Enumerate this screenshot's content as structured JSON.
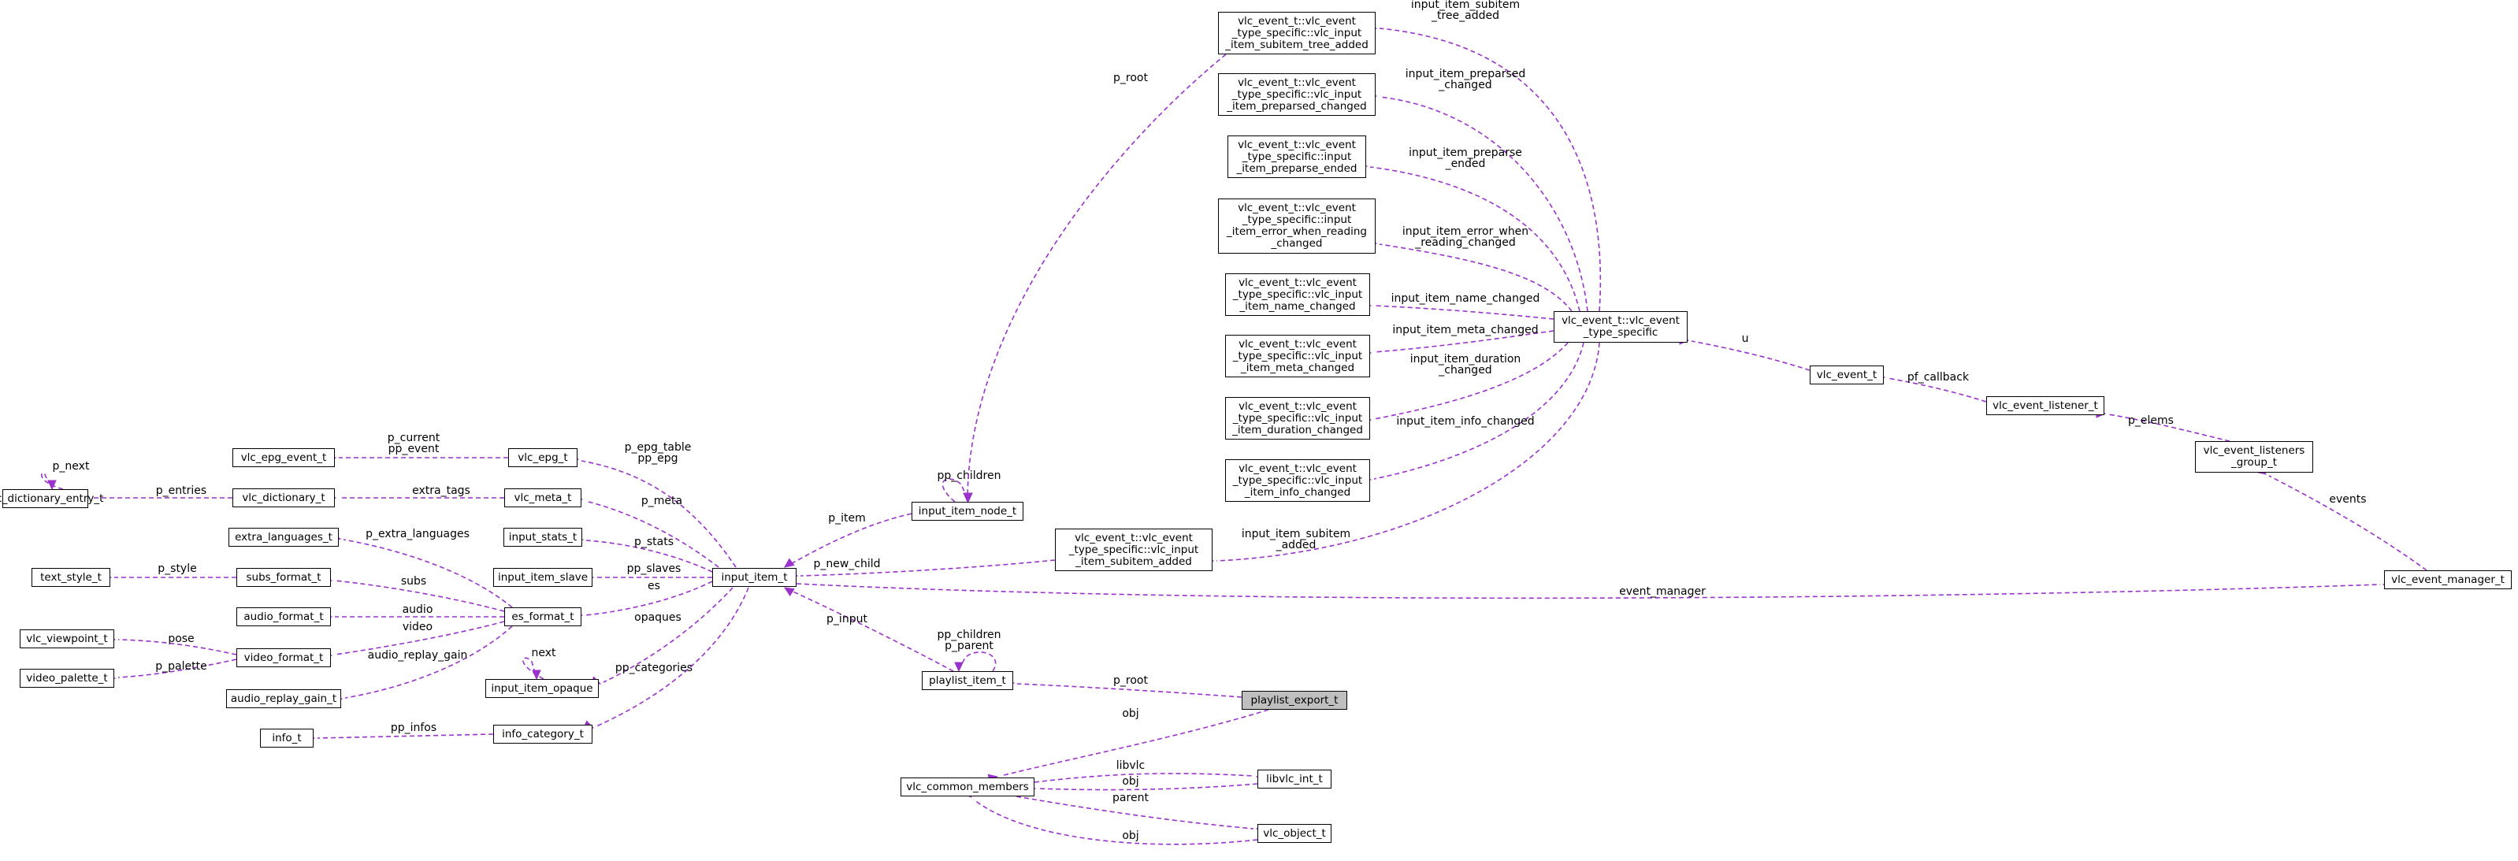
{
  "colors": {
    "edge": "#9a32cd",
    "focus_fill": "#bfbfbf",
    "node_border": "#000000"
  },
  "nodes": {
    "vlc_dictionary_entry_t": [
      "vlc_dictionary_entry_t"
    ],
    "vlc_epg_event_t": [
      "vlc_epg_event_t"
    ],
    "vlc_dictionary_t": [
      "vlc_dictionary_t"
    ],
    "vlc_epg_t": [
      "vlc_epg_t"
    ],
    "vlc_meta_t": [
      "vlc_meta_t"
    ],
    "extra_languages_t": [
      "extra_languages_t"
    ],
    "input_stats_t": [
      "input_stats_t"
    ],
    "text_style_t": [
      "text_style_t"
    ],
    "subs_format_t": [
      "subs_format_t"
    ],
    "input_item_slave": [
      "input_item_slave"
    ],
    "audio_format_t": [
      "audio_format_t"
    ],
    "es_format_t": [
      "es_format_t"
    ],
    "vlc_viewpoint_t": [
      "vlc_viewpoint_t"
    ],
    "video_format_t": [
      "video_format_t"
    ],
    "video_palette_t": [
      "video_palette_t"
    ],
    "audio_replay_gain_t": [
      "audio_replay_gain_t"
    ],
    "input_item_opaque": [
      "input_item_opaque"
    ],
    "info_t": [
      "info_t"
    ],
    "info_category_t": [
      "info_category_t"
    ],
    "input_item_t": [
      "input_item_t"
    ],
    "input_item_node_t": [
      "input_item_node_t"
    ],
    "playlist_item_t": [
      "playlist_item_t"
    ],
    "playlist_export_t": [
      "playlist_export_t"
    ],
    "vlc_common_members": [
      "vlc_common_members"
    ],
    "libvlc_int_t": [
      "libvlc_int_t"
    ],
    "vlc_object_t": [
      "vlc_object_t"
    ],
    "ev_subitem_tree_added": [
      "vlc_event_t::vlc_event",
      "_type_specific::vlc_input",
      "_item_subitem_tree_added"
    ],
    "ev_preparsed_changed": [
      "vlc_event_t::vlc_event",
      "_type_specific::vlc_input",
      "_item_preparsed_changed"
    ],
    "ev_preparse_ended": [
      "vlc_event_t::vlc_event",
      "_type_specific::input",
      "_item_preparse_ended"
    ],
    "ev_error_when_reading_changed": [
      "vlc_event_t::vlc_event",
      "_type_specific::input",
      "_item_error_when_reading",
      "_changed"
    ],
    "ev_name_changed": [
      "vlc_event_t::vlc_event",
      "_type_specific::vlc_input",
      "_item_name_changed"
    ],
    "ev_meta_changed": [
      "vlc_event_t::vlc_event",
      "_type_specific::vlc_input",
      "_item_meta_changed"
    ],
    "ev_duration_changed": [
      "vlc_event_t::vlc_event",
      "_type_specific::vlc_input",
      "_item_duration_changed"
    ],
    "ev_info_changed": [
      "vlc_event_t::vlc_event",
      "_type_specific::vlc_input",
      "_item_info_changed"
    ],
    "ev_subitem_added": [
      "vlc_event_t::vlc_event",
      "_type_specific::vlc_input",
      "_item_subitem_added"
    ],
    "vlc_event_type_specific": [
      "vlc_event_t::vlc_event",
      "_type_specific"
    ],
    "vlc_event_t": [
      "vlc_event_t"
    ],
    "vlc_event_listener_t": [
      "vlc_event_listener_t"
    ],
    "vlc_event_listeners_group_t": [
      "vlc_event_listeners",
      "_group_t"
    ],
    "vlc_event_manager_t": [
      "vlc_event_manager_t"
    ]
  },
  "edge_labels": {
    "p_next": [
      "p_next"
    ],
    "p_entries": [
      "p_entries"
    ],
    "p_current_pp_event": [
      "p_current",
      "pp_event"
    ],
    "extra_tags": [
      "extra_tags"
    ],
    "p_epg_table_pp_epg": [
      "p_epg_table",
      "pp_epg"
    ],
    "p_meta": [
      "p_meta"
    ],
    "p_extra_languages": [
      "p_extra_languages"
    ],
    "p_stats": [
      "p_stats"
    ],
    "p_style": [
      "p_style"
    ],
    "subs": [
      "subs"
    ],
    "pp_slaves": [
      "pp_slaves"
    ],
    "audio": [
      "audio"
    ],
    "es": [
      "es"
    ],
    "pose": [
      "pose"
    ],
    "video": [
      "video"
    ],
    "p_palette": [
      "p_palette"
    ],
    "audio_replay_gain": [
      "audio_replay_gain"
    ],
    "next": [
      "next"
    ],
    "opaques": [
      "opaques"
    ],
    "pp_categories": [
      "pp_categories"
    ],
    "pp_infos": [
      "pp_infos"
    ],
    "pp_children_node": [
      "pp_children"
    ],
    "p_item": [
      "p_item"
    ],
    "p_root_node": [
      "p_root"
    ],
    "p_new_child": [
      "p_new_child"
    ],
    "p_input": [
      "p_input"
    ],
    "pp_children_p_parent": [
      "pp_children",
      "p_parent"
    ],
    "p_root_pl": [
      "p_root"
    ],
    "obj_export": [
      "obj"
    ],
    "libvlc": [
      "libvlc"
    ],
    "obj_libvlc": [
      "obj"
    ],
    "parent": [
      "parent"
    ],
    "obj_object": [
      "obj"
    ],
    "input_item_subitem_tree_added": [
      "input_item_subitem",
      "_tree_added"
    ],
    "input_item_preparsed_changed": [
      "input_item_preparsed",
      "_changed"
    ],
    "input_item_preparse_ended": [
      "input_item_preparse",
      "_ended"
    ],
    "input_item_error_when_reading_changed": [
      "input_item_error_when",
      "_reading_changed"
    ],
    "input_item_name_changed": [
      "input_item_name_changed"
    ],
    "input_item_meta_changed": [
      "input_item_meta_changed"
    ],
    "input_item_duration_changed": [
      "input_item_duration",
      "_changed"
    ],
    "input_item_info_changed": [
      "input_item_info_changed"
    ],
    "input_item_subitem_added": [
      "input_item_subitem",
      "_added"
    ],
    "u": [
      "u"
    ],
    "pf_callback": [
      "pf_callback"
    ],
    "p_elems": [
      "p_elems"
    ],
    "events": [
      "events"
    ],
    "event_manager": [
      "event_manager"
    ]
  }
}
